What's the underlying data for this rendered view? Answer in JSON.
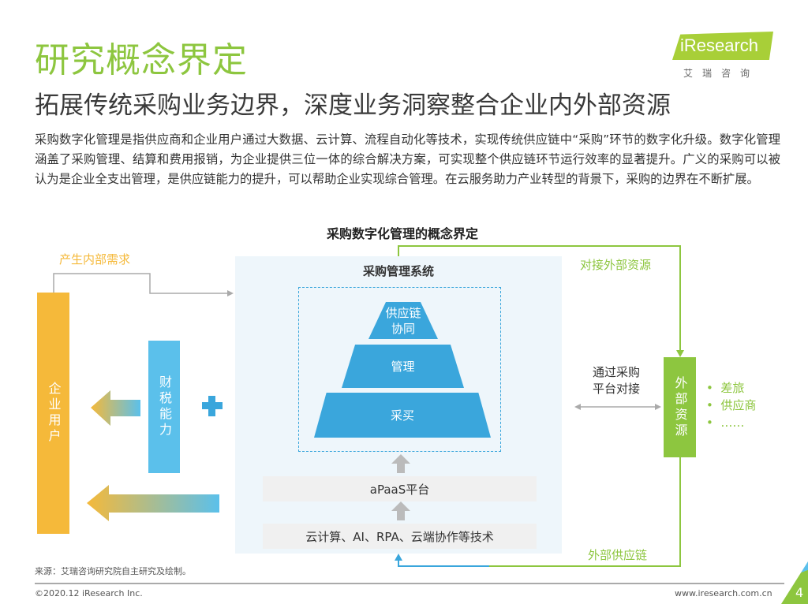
{
  "header": {
    "title": "研究概念界定",
    "subtitle": "拓展传统采购业务边界，深度业务洞察整合企业内外部资源",
    "logo": "iResearch",
    "logo_sub": "艾瑞咨询"
  },
  "intro": "采购数字化管理是指供应商和企业用户通过大数据、云计算、流程自动化等技术，实现传统供应链中“采购”环节的数字化升级。数字化管理涵盖了采购管理、结算和费用报销，为企业提供三位一体的综合解决方案，可实现整个供应链环节运行效率的显著提升。广义的采购可以被认为是企业全支出管理，是供应链能力的提升，可以帮助企业实现综合管理。在云服务助力产业转型的背景下，采购的边界在不断扩展。",
  "diagram": {
    "title": "采购数字化管理的概念界定",
    "internal_demand": "产生内部需求",
    "enterprise_user": "企业用户",
    "finance_tax": "财税能力",
    "system_title": "采购管理系统",
    "pyramid": [
      "供应链协同",
      "管理",
      "采买"
    ],
    "apaas": "aPaaS平台",
    "tech": "云计算、AI、RPA、云端协作等技术",
    "connect_external": "对接外部资源",
    "platform_link": "通过采购平台对接",
    "external_resources": "外部资源",
    "external_items": [
      "差旅",
      "供应商",
      "……"
    ],
    "external_supply": "外部供应链",
    "colors": {
      "green": "#8dc63f",
      "blue": "#3aa6dc",
      "orange": "#f5b93a",
      "light_blue": "#5bc0eb"
    }
  },
  "footer": {
    "source": "来源：艾瑞咨询研究院自主研究及绘制。",
    "copyright": "©2020.12 iResearch Inc.",
    "url": "www.iresearch.com.cn",
    "page": "4"
  }
}
